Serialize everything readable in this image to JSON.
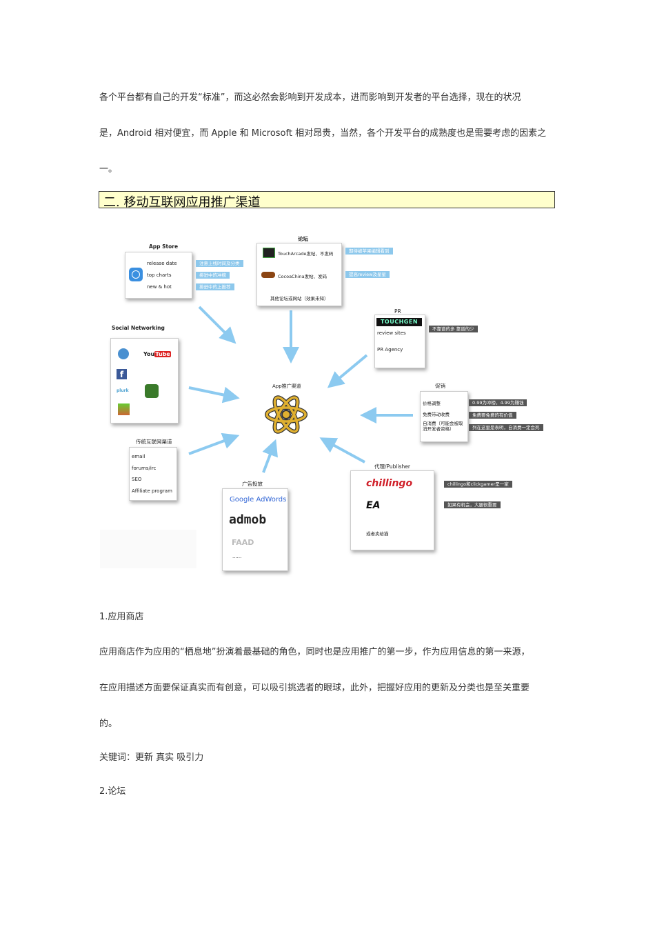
{
  "intro": {
    "line1": "各个平台都有自己的开发“标准”，而这必然会影响到开发成本，进而影响到开发者的平台选择，现在的状况",
    "line2": "是，Android 相对便宜，而 Apple 和 Microsoft 相对昂贵，当然，各个开发平台的成熟度也是需要考虑的因素之",
    "line3": "一。"
  },
  "section_title": "二. 移动互联网应用推广渠道",
  "diagram": {
    "center_label": "App推广渠道",
    "app_store": {
      "title": "App Store",
      "items": [
        "release date",
        "top charts",
        "new & hot"
      ],
      "tags": [
        "注意上线时间及分类",
        "排进中的冲榜",
        "排进中的上推荐"
      ]
    },
    "forum": {
      "title": "论坛",
      "items": [
        "TouchArcade发帖、不发码",
        "CocoaChina发帖、发码",
        "其他论坛或网站（效果未知）"
      ],
      "tags": [
        "期待被苹果编辑看到",
        "提高review及星星"
      ]
    },
    "pr": {
      "title": "PR",
      "logo": "TOUCHGEN",
      "items": [
        "review sites",
        "PR Agency"
      ],
      "tag": "不靠谱的多 靠谱的少"
    },
    "promo": {
      "title": "促销",
      "items": [
        "价格调整",
        "免费带动收费",
        "自消费（可能会被取消开发者资格）"
      ],
      "tags": [
        "0.99为冲榜，4.99为赚钱",
        "免费要免费的有价值",
        "列在这里是表明，自消费一定会死"
      ]
    },
    "publisher": {
      "title": "代理/Publisher",
      "logos": [
        "chillingo",
        "EA"
      ],
      "note": "或者卖给猫",
      "tags": [
        "chillingo和clickgamer是一家",
        "如果有机会，大腿很重要"
      ]
    },
    "ads": {
      "title": "广告投放",
      "logos": [
        "Google AdWords",
        "admob",
        "FAAD"
      ],
      "more": "......"
    },
    "traditional": {
      "title": "传统互联网渠道",
      "items": [
        "email",
        "forums/irc",
        "SEO",
        "Affiliate program"
      ]
    },
    "social": {
      "title": "Social Networking",
      "icons": [
        "twitter-bird",
        "YouTube",
        "facebook",
        "plurk",
        "vine",
        "game"
      ]
    }
  },
  "body": {
    "h1": "1.应用商店",
    "p1_line1": "应用商店作为应用的“栖息地”扮演着最基础的角色，同时也是应用推广的第一步，作为应用信息的第一来源，",
    "p1_line2": "在应用描述方面要保证真实而有创意，可以吸引挑选者的眼球，此外，把握好应用的更新及分类也是至关重要",
    "p1_line3": "的。",
    "keywords": "关键词：更新  真实  吸引力",
    "h2": "2.论坛"
  },
  "colors": {
    "arrow": "#8ccaf0",
    "section_bg": "#ffffcc"
  }
}
